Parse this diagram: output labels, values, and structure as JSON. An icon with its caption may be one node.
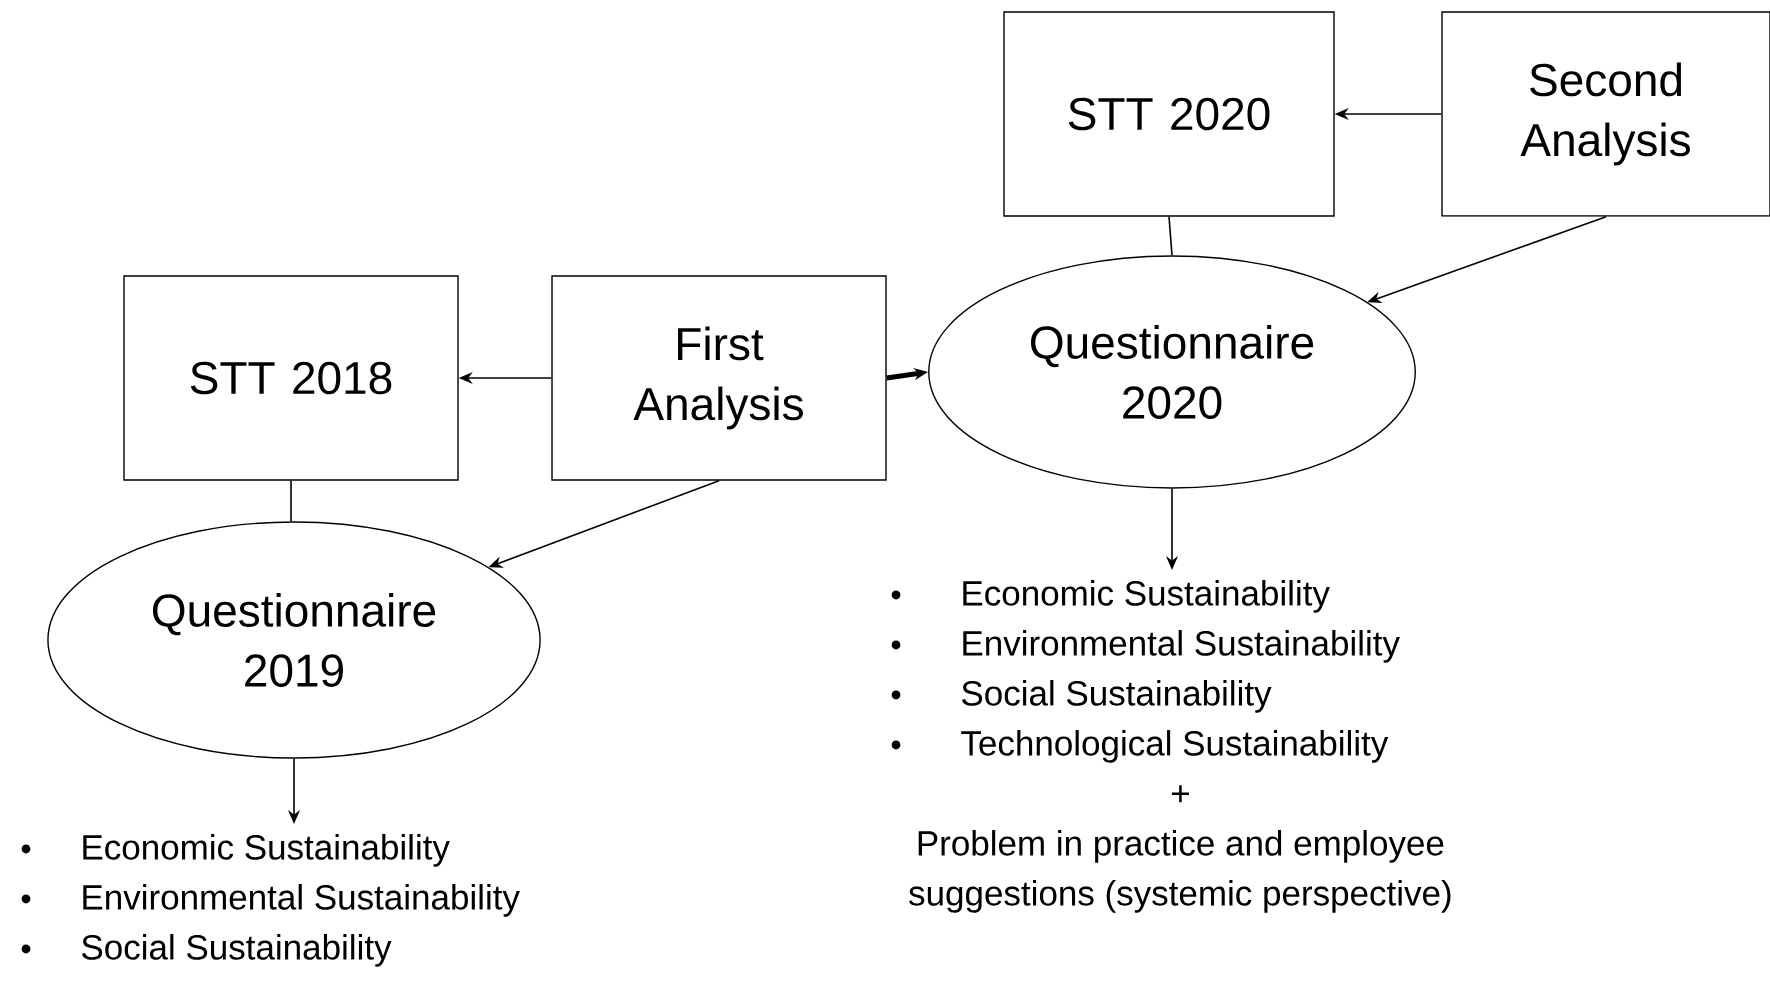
{
  "diagram": {
    "nodes": [
      {
        "text": [
          "STT 2020"
        ]
      },
      {
        "text": [
          "Second Analysis"
        ]
      },
      {
        "text": [
          "STT 2018"
        ]
      },
      {
        "text": [
          "First Analysis"
        ]
      },
      {
        "text": [
          "Questionnaire 2020"
        ]
      },
      {
        "text": [
          "Questionnaire 2019"
        ]
      },
      {
        "text": [
          "Economic Sustainability",
          "Environmental Sustainability",
          "Social Sustainability",
          "Technological Sustainability",
          "+",
          "Problem in practice and employee suggestions (systemic perspective)"
        ]
      },
      {
        "text": [
          "Economic Sustainability",
          "Environmental Sustainability",
          "Social Sustainability"
        ]
      }
    ],
    "edges": [
      {
        "from": 1,
        "to": 0,
        "arrow": "to"
      },
      {
        "from": 3,
        "to": 2,
        "arrow": "to"
      },
      {
        "from": 3,
        "to": 4,
        "arrow": "to",
        "style": "thick"
      },
      {
        "from": 1,
        "to": 4,
        "arrow": "to"
      },
      {
        "from": 3,
        "to": 5,
        "arrow": "to"
      },
      {
        "from": 0,
        "to": 4,
        "arrow": "none"
      },
      {
        "from": 2,
        "to": 5,
        "arrow": "none"
      },
      {
        "from": 4,
        "to": 6,
        "arrow": "to"
      },
      {
        "from": 5,
        "to": 7,
        "arrow": "to"
      }
    ]
  }
}
